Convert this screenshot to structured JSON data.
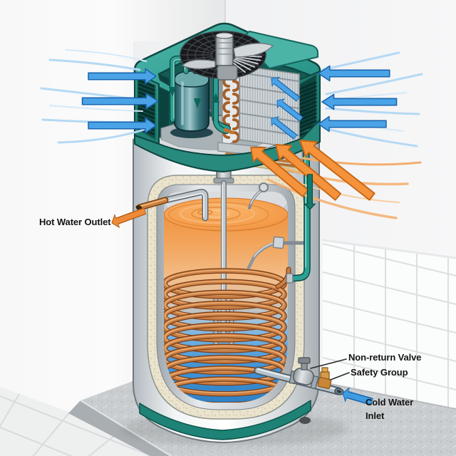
{
  "scene": {
    "subject": "Cutaway illustration of a heat pump water heater standing on a concrete plinth in a room corner with tiled wall and tiled floor"
  },
  "labels": {
    "hot_water_outlet": "Hot Water Outlet",
    "non_return_valve": "Non-return Valve",
    "safety_group": "Safety Group",
    "cold_water_inlet": "Cold Water Inlet"
  },
  "arrows": {
    "air_intake_left": {
      "count": 3,
      "direction": "into left vents",
      "color": "#4aa3e6"
    },
    "air_intake_right": {
      "count": 3,
      "direction": "into right vents",
      "color": "#4aa3e6"
    },
    "air_through_coil": {
      "count": 3,
      "direction": "up-left through evaporator",
      "color": "#4aa3e6"
    },
    "heat_exhaust": {
      "count": 3,
      "direction": "up into unit from lower right",
      "color": "#f5923c"
    },
    "refrigerant_up": {
      "count": 1,
      "direction": "up along tank side pipe",
      "color": "#15796d"
    },
    "hot_water_out": {
      "direction": "out to the left",
      "color": "#ef8a38"
    },
    "cold_water_in": {
      "direction": "into pipe end",
      "color": "#3f9ce2"
    }
  },
  "colors": {
    "housing_teal": "#2e9a8e",
    "housing_teal_dark": "#0f4640",
    "copper_coil": "#c87f45",
    "hot_water": "#f0933f",
    "cold_water": "#3f94d6",
    "insulation": "#eae3ce",
    "tank_shell": "#f4f6f7",
    "plinth_concrete": "#c9cdcf",
    "tile_grout": "#dcdee0"
  }
}
